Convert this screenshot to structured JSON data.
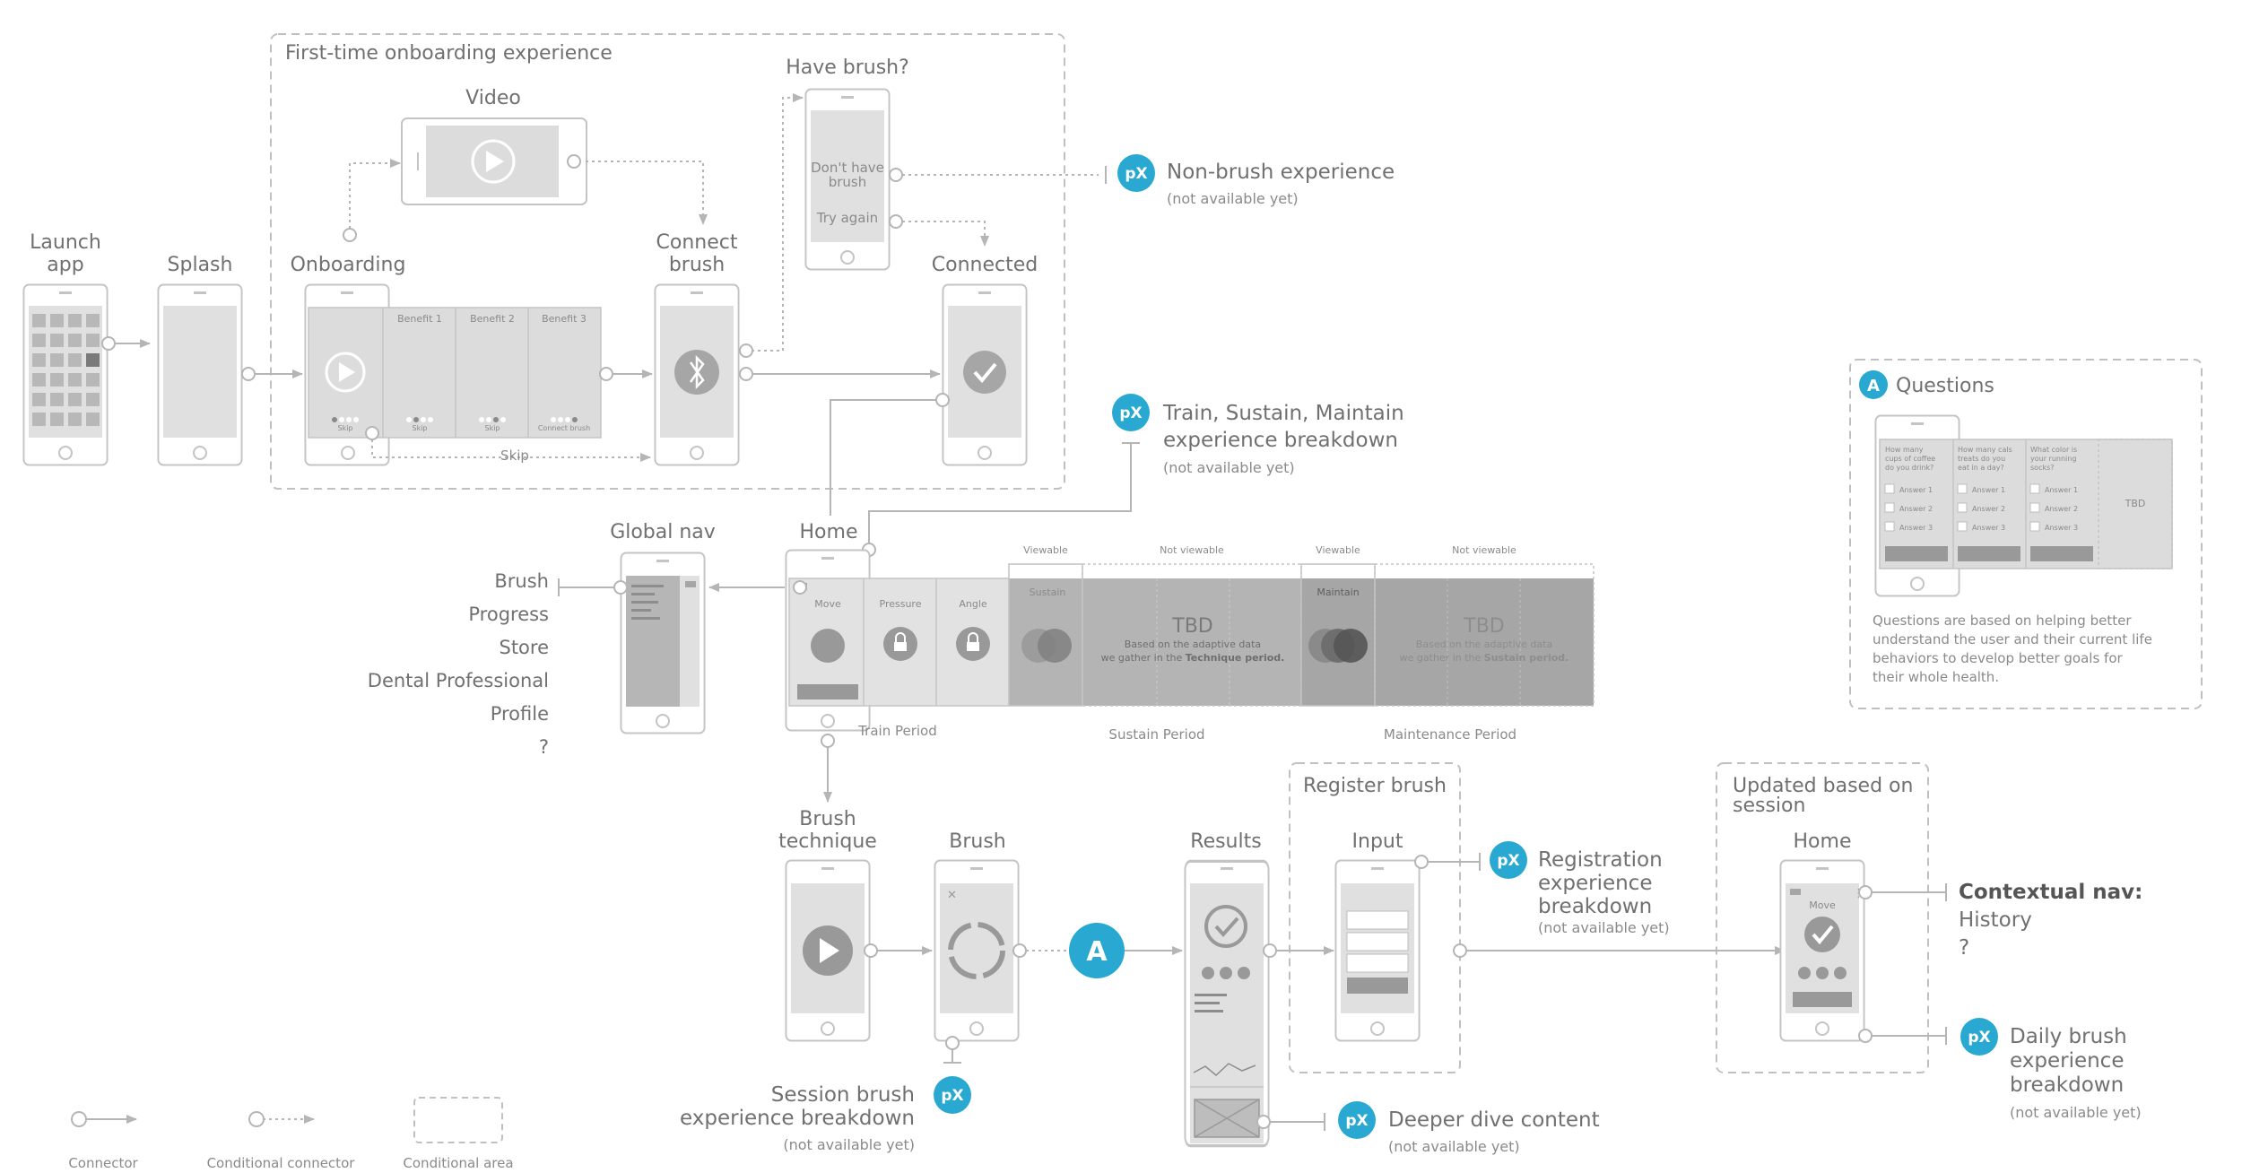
{
  "colors": {
    "accent": "#29a9d1",
    "line": "#b5b5b5",
    "screen": "#d9d9d9",
    "dark": "#999999"
  },
  "onboarding_area": {
    "title": "First-time  onboarding experience"
  },
  "screens": {
    "launch": {
      "line1": "Launch",
      "line2": "app"
    },
    "splash": {
      "label": "Splash"
    },
    "onboarding": {
      "label": "Onboarding",
      "skip_panel": "Skip"
    },
    "benefits": [
      {
        "title": "Benefit 1",
        "foot": "Skip"
      },
      {
        "title": "Benefit 2",
        "foot": "Skip"
      },
      {
        "title": "Benefit 3",
        "foot": "Connect brush"
      }
    ],
    "video": {
      "label": "Video"
    },
    "have_brush": {
      "label": "Have brush?",
      "option1_l1": "Don't have",
      "option1_l2": "brush",
      "option2": "Try again"
    },
    "connect": {
      "line1": "Connect",
      "line2": "brush"
    },
    "connected": {
      "label": "Connected"
    },
    "skip_link": "Skip",
    "global_nav": {
      "label": "Global nav"
    },
    "home": {
      "label": "Home"
    },
    "brush_technique": {
      "line1": "Brush",
      "line2": "technique"
    },
    "brush": {
      "label": "Brush"
    },
    "results": {
      "label": "Results"
    },
    "register": {
      "area": "Register brush",
      "label": "Input"
    },
    "updated": {
      "line1": "Updated based on",
      "line2": "session",
      "label": "Home",
      "tile": "Move"
    }
  },
  "nav_items": [
    "Brush",
    "Progress",
    "Store",
    "Dental Professional",
    "Profile",
    "?"
  ],
  "home_strip": {
    "tiles": [
      "Move",
      "Pressure",
      "Angle"
    ],
    "train_label": "Train Period",
    "sustain": {
      "tile": "Sustain",
      "top_left": "Viewable",
      "top_right": "Not viewable",
      "tbd": "TBD",
      "desc1": "Based on the adaptive data",
      "desc2a": "we gather in the ",
      "desc2b": "Technique period.",
      "period": "Sustain Period"
    },
    "maintenance": {
      "tile": "Maintain",
      "top_left": "Viewable",
      "top_right": "Not viewable",
      "tbd": "TBD",
      "desc1": "Based on the adaptive data",
      "desc2a": "we gather in the ",
      "desc2b": "Sustain period.",
      "period": "Maintenance Period"
    }
  },
  "px_badges": {
    "badge": "pX",
    "non_brush": {
      "title": "Non-brush experience",
      "sub": "(not available yet)"
    },
    "train": {
      "line1": "Train, Sustain, Maintain",
      "line2": "experience breakdown",
      "sub": "(not available yet)"
    },
    "session": {
      "line1": "Session brush",
      "line2": "experience breakdown",
      "sub": "(not available yet)"
    },
    "registration": {
      "line1": "Registration",
      "line2": "experience",
      "line3": "breakdown",
      "sub": "(not available yet)"
    },
    "deeper": {
      "title": "Deeper dive content",
      "sub": "(not available yet)"
    },
    "daily": {
      "line1": "Daily brush",
      "line2": "experience",
      "line3": "breakdown",
      "sub": "(not available yet)"
    }
  },
  "a_node": {
    "label": "A"
  },
  "contextual": {
    "title": "Contextual nav:",
    "item1": "History",
    "item2": "?"
  },
  "questions": {
    "badge": "A",
    "title": "Questions",
    "panels": [
      {
        "q1": "How many",
        "q2": "cups of coffee",
        "q3": "do you drink?"
      },
      {
        "q1": "How many cals",
        "q2": "treats do you",
        "q3": "eat in a day?"
      },
      {
        "q1": "What color is",
        "q2": "your running",
        "q3": "socks?"
      }
    ],
    "answers": [
      "Answer 1",
      "Answer 2",
      "Answer 3"
    ],
    "tbd": "TBD",
    "desc": [
      "Questions are based on helping better",
      "understand the user and their current life",
      "behaviors to develop better goals for",
      "their whole health."
    ]
  },
  "legend": {
    "connector": "Connector",
    "conditional": "Conditional connector",
    "area": "Conditional area"
  }
}
